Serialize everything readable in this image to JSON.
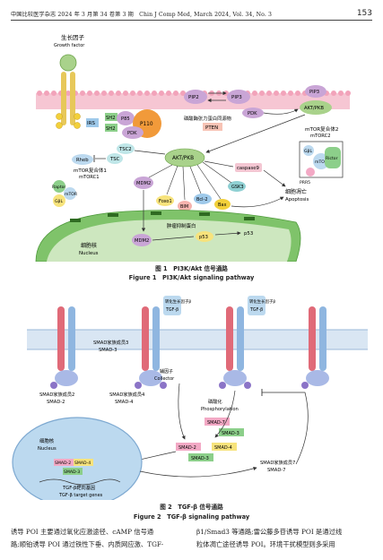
{
  "header": {
    "journal_left": "中国比较医学杂志 2024 年 3 月第 34 卷第 3 期　Chin J Comp Med, March 2024, Vol. 34, No. 3",
    "page_number": "153"
  },
  "figure1": {
    "labels": {
      "growth_factor_cn": "生长因子",
      "growth_factor_en": "Growth factor",
      "irs": "IRS",
      "sh2_a": "SH2",
      "sh2_b": "SH2",
      "p85": "P85",
      "p110": "P110",
      "pdk": "PDK",
      "pip2": "PIP2",
      "pip3": "PIP3",
      "pdk_right": "PDK",
      "pip3_right": "PIP3",
      "pten_cn": "磷酸酶张力蛋白同源物",
      "pten": "PTEN",
      "akt_top": "AKT/PKB",
      "akt_center": "AKT/PKB",
      "mtorc2_cn": "mTOR复合体2",
      "mtorc2_en": "mTORC2",
      "mlst8": "GβL",
      "rictor": "Rictor",
      "mtor_small": "mTOR",
      "prr5": "PRR5",
      "tsc2": "TSC2",
      "tsc": "TSC",
      "rheb": "Rheb",
      "mtorc1_cn": "mTOR复合体1",
      "mtorc1_en": "mTORC1",
      "raptor": "Raptor",
      "gbl": "GβL",
      "mtor": "mTOR",
      "caspase9": "caspase9",
      "mdm2": "MDM2",
      "foxo": "Foxo1",
      "bim": "BIM",
      "bclx": "Bcl-2",
      "bax": "Bax",
      "gsk3": "GSK3",
      "apoptosis_cn": "细胞凋亡",
      "apoptosis_en": "Apoptosis",
      "p53_free": "p53",
      "mdm2_nucleus": "MDM2",
      "p53_nucleus": "p53",
      "suppressor_cn": "肿瘤抑制蛋白",
      "nucleus_cn": "细胞核",
      "nucleus_en": "Nucleus",
      "p": "P"
    },
    "caption_cn": "图 1　PI3K/Akt 信号通路",
    "caption_en": "Figure 1　PI3K/Akt signaling pathway"
  },
  "figure2": {
    "labels": {
      "tgfb_ligand_1": "转化生长因子β",
      "tgfb_ligand_1b": "TGF-β",
      "tgfb_ligand_2": "转化生长因子β",
      "tgfb_ligand_2b": "TGF-β",
      "smad3_cn": "SMAD家族成员3",
      "smad3": "SMAD-3",
      "smad2_cn": "SMAD家族成员2",
      "smad2": "SMAD-2",
      "smad4_cn": "SMAD家族成员4",
      "smad4": "SMAD-4",
      "collector_cn": "辅因子",
      "collector_en": "Collector",
      "phospho_cn": "磷酸化",
      "phospho_en": "Phosphorylation",
      "smad7_a": "SMAD-7",
      "smad3_b": "SMAD-3",
      "smad2_b": "SMAD-2",
      "smad4_b": "SMAD-4",
      "smad3_c": "SMAD-3",
      "nucleus_cn": "细胞核",
      "nucleus_en": "Nucleus",
      "n_smad2": "SMAD-2",
      "n_smad4": "SMAD-4",
      "n_smad3": "SMAD-3",
      "target_cn": "TGF-β靶向基因",
      "target_en": "TGF-β target genes",
      "smad7_cn": "SMAD家族成员7",
      "smad7": "SMAD-7",
      "p": "P"
    },
    "caption_cn": "图 2　TGF-β 信号通路",
    "caption_en": "Figure 2　TGF-β signaling pathway"
  },
  "body": {
    "left_line1": "诱导 POI 主要通过氧化应激途径、cAMP 信号通",
    "left_line2": "路;顺铂诱导 POI 通过铁性下垂、内质网应激、TGF-",
    "right_line1": "β1/Smad3 等通路;雷公藤多苷诱导 POI 是通过线",
    "right_line2": "粒体凋亡途径诱导 POI。环境干扰模型则多采用"
  },
  "colors": {
    "membrane_pink": "#f2a3ba",
    "akt_green": "#a9d28b",
    "p110_orange": "#f19a3a",
    "phospho_yellow": "#f2d03a",
    "nucleus_green": "#7fc36a",
    "nucleus_blue": "#bcd9ef",
    "receptor_red": "#e06a78",
    "receptor_blue": "#8fb6e0",
    "smad_pink": "#f3a9c5",
    "smad_green": "#8ccf8a",
    "smad_yellow": "#f7e37c"
  }
}
